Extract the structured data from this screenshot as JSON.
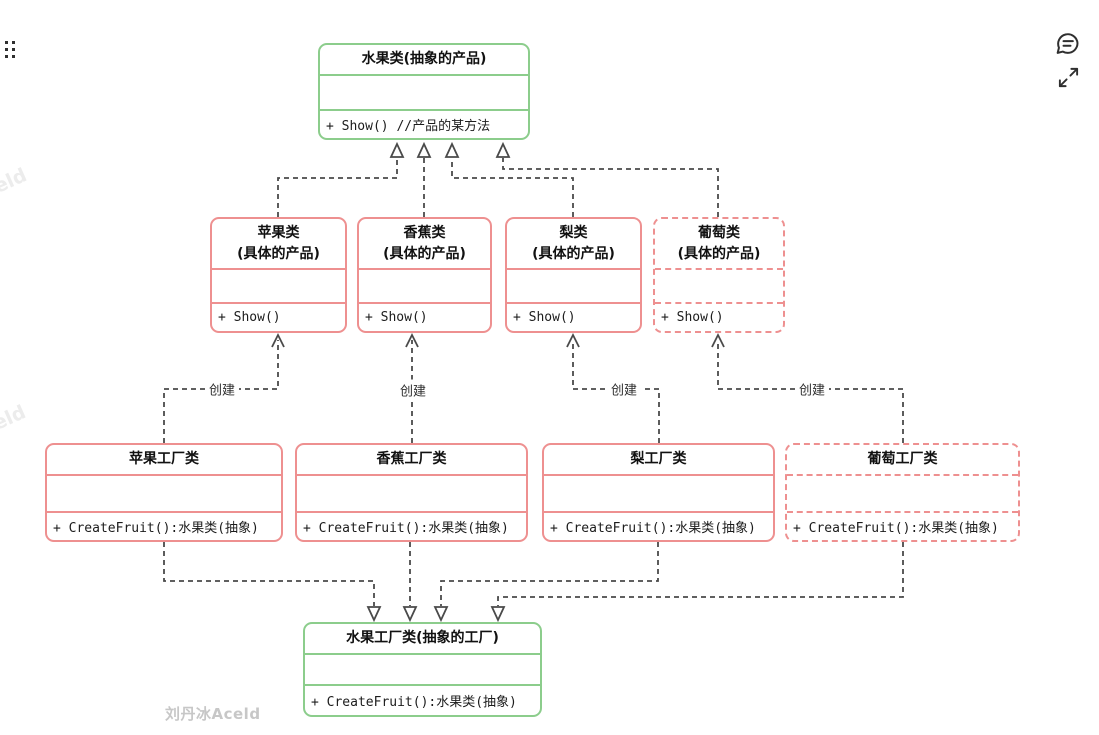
{
  "toolbar": {
    "icons": [
      {
        "name": "drag-handle-icon"
      },
      {
        "name": "comment-icon"
      },
      {
        "name": "expand-icon"
      }
    ]
  },
  "diagram": {
    "classes": [
      {
        "name": "abstract-product",
        "title": "水果类(抽象的产品)",
        "subtitle": "",
        "method": "+ Show() //产品的某方法",
        "style": "green-solid"
      },
      {
        "name": "apple-product",
        "title": "苹果类",
        "subtitle": "(具体的产品)",
        "method": "+ Show()",
        "style": "red-solid"
      },
      {
        "name": "banana-product",
        "title": "香蕉类",
        "subtitle": "(具体的产品)",
        "method": "+ Show()",
        "style": "red-solid"
      },
      {
        "name": "pear-product",
        "title": "梨类",
        "subtitle": "(具体的产品)",
        "method": "+ Show()",
        "style": "red-solid"
      },
      {
        "name": "grape-product",
        "title": "葡萄类",
        "subtitle": "(具体的产品)",
        "method": "+ Show()",
        "style": "red-dashed"
      },
      {
        "name": "apple-factory",
        "title": "苹果工厂类",
        "subtitle": "",
        "method": "+ CreateFruit():水果类(抽象)",
        "style": "red-solid"
      },
      {
        "name": "banana-factory",
        "title": "香蕉工厂类",
        "subtitle": "",
        "method": "+ CreateFruit():水果类(抽象)",
        "style": "red-solid"
      },
      {
        "name": "pear-factory",
        "title": "梨工厂类",
        "subtitle": "",
        "method": "+ CreateFruit():水果类(抽象)",
        "style": "red-solid"
      },
      {
        "name": "grape-factory",
        "title": "葡萄工厂类",
        "subtitle": "",
        "method": "+ CreateFruit():水果类(抽象)",
        "style": "red-dashed"
      },
      {
        "name": "abstract-factory",
        "title": "水果工厂类(抽象的工厂)",
        "subtitle": "",
        "method": "+ CreateFruit():水果类(抽象)",
        "style": "green-solid"
      }
    ],
    "edge_labels": {
      "create_apple": "创建",
      "create_banana": "创建",
      "create_pear": "创建",
      "create_grape": "创建"
    },
    "colors": {
      "abstract_stroke": "#8CCD8C",
      "concrete_stroke": "#EE9090",
      "connector": "#4A4A4A"
    }
  },
  "watermarks": {
    "signature": "刘丹冰Aceld",
    "fragment_left_top": "eld",
    "fragment_left_bottom": "eld"
  }
}
